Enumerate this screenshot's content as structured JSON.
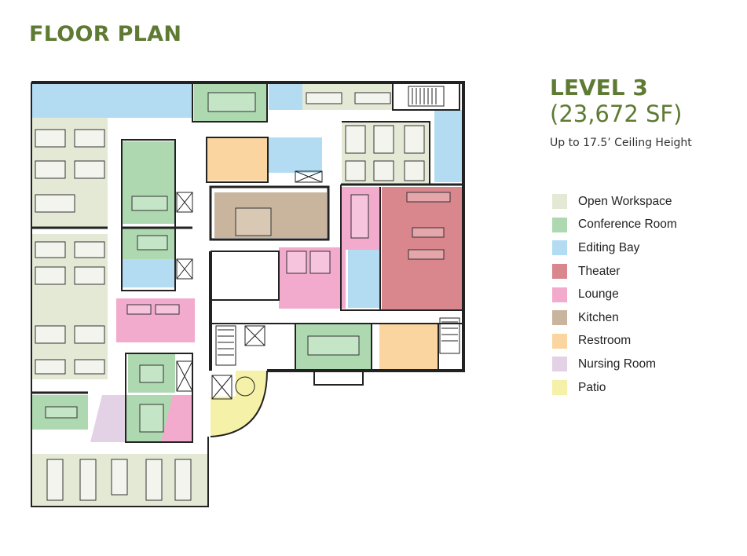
{
  "header": {
    "title": "FLOOR PLAN"
  },
  "info": {
    "level": "LEVEL 3",
    "area": "(23,672 SF)",
    "ceiling": "Up to 17.5’ Ceiling Height"
  },
  "legend": [
    {
      "label": "Open Workspace",
      "color": "#e4e9d6"
    },
    {
      "label": "Conference Room",
      "color": "#aed9b0"
    },
    {
      "label": "Editing Bay",
      "color": "#b3dcf3"
    },
    {
      "label": "Theater",
      "color": "#d9868c"
    },
    {
      "label": "Lounge",
      "color": "#f2aacd"
    },
    {
      "label": "Kitchen",
      "color": "#c9b59e"
    },
    {
      "label": "Restroom",
      "color": "#fad5a0"
    },
    {
      "label": "Nursing Room",
      "color": "#e3d2e6"
    },
    {
      "label": "Patio",
      "color": "#f6f1a8"
    }
  ]
}
